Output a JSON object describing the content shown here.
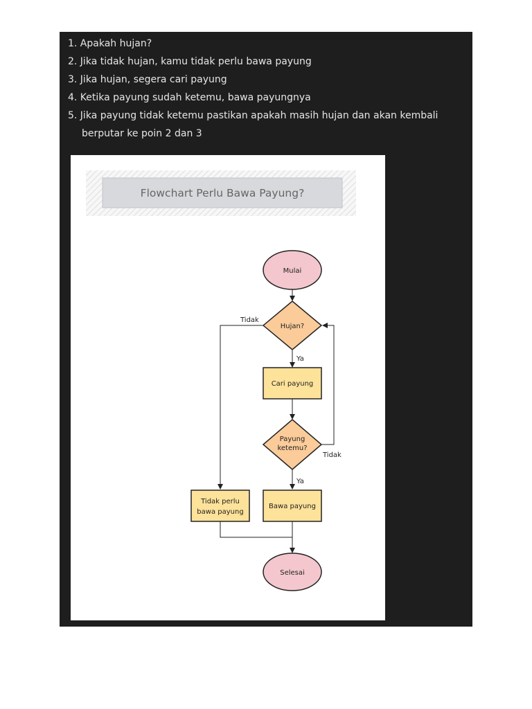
{
  "steps": [
    "1. Apakah hujan?",
    "2. Jika tidak hujan, kamu tidak perlu bawa payung",
    "3. Jika hujan, segera cari payung",
    "4. Ketika payung sudah ketemu, bawa payungnya",
    "5. Jika payung tidak ketemu pastikan apakah masih hujan dan akan kembali",
    "berputar ke poin 2 dan 3"
  ],
  "flowchart": {
    "title": "Flowchart Perlu Bawa Payung?",
    "start": "Mulai",
    "decision1": "Hujan?",
    "process_search": "Cari payung",
    "decision2_line1": "Payung",
    "decision2_line2": "ketemu?",
    "process_bring": "Bawa payung",
    "process_no_need_line1": "Tidak perlu",
    "process_no_need_line2": "bawa payung",
    "end": "Selesai",
    "label_tidak_1": "Tidak",
    "label_ya_1": "Ya",
    "label_tidak_2": "Tidak",
    "label_ya_2": "Ya"
  },
  "colors": {
    "terminal": "#f3c7cd",
    "decision": "#fbcb9a",
    "process": "#fde29a",
    "panel": "#1e1e1e"
  }
}
